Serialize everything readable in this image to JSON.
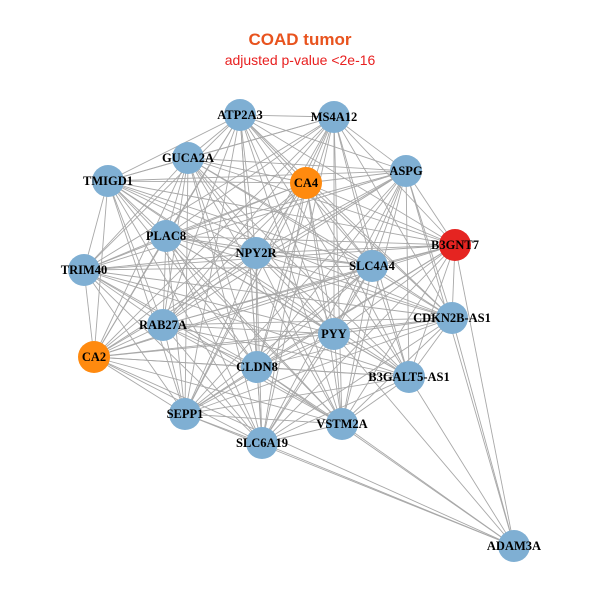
{
  "figure": {
    "title": "COAD tumor",
    "subtitle": "adjusted p-value <2e-16",
    "title_color": "#e8531e",
    "subtitle_color": "#e82020"
  },
  "colors": {
    "default": "#7fafd3",
    "highlight": "#ff8a0f",
    "hub": "#e52421",
    "edge": "#a8a8a8"
  },
  "network": {
    "nodes": [
      {
        "id": "ATP2A3",
        "label": "ATP2A3",
        "group": "default"
      },
      {
        "id": "MS4A12",
        "label": "MS4A12",
        "group": "default"
      },
      {
        "id": "GUCA2A",
        "label": "GUCA2A",
        "group": "default"
      },
      {
        "id": "TMIGD1",
        "label": "TMIGD1",
        "group": "default"
      },
      {
        "id": "CA4",
        "label": "CA4",
        "group": "highlight"
      },
      {
        "id": "ASPG",
        "label": "ASPG",
        "group": "default"
      },
      {
        "id": "PLAC8",
        "label": "PLAC8",
        "group": "default"
      },
      {
        "id": "NPY2R",
        "label": "NPY2R",
        "group": "default"
      },
      {
        "id": "B3GNT7",
        "label": "B3GNT7",
        "group": "hub"
      },
      {
        "id": "TRIM40",
        "label": "TRIM40",
        "group": "default"
      },
      {
        "id": "SLC4A4",
        "label": "SLC4A4",
        "group": "default"
      },
      {
        "id": "CDKN2B-AS1",
        "label": "CDKN2B-AS1",
        "group": "default"
      },
      {
        "id": "RAB27A",
        "label": "RAB27A",
        "group": "default"
      },
      {
        "id": "PYY",
        "label": "PYY",
        "group": "default"
      },
      {
        "id": "CA2",
        "label": "CA2",
        "group": "highlight"
      },
      {
        "id": "CLDN8",
        "label": "CLDN8",
        "group": "default"
      },
      {
        "id": "B3GALT5-AS1",
        "label": "B3GALT5-AS1",
        "group": "default"
      },
      {
        "id": "SEPP1",
        "label": "SEPP1",
        "group": "default"
      },
      {
        "id": "VSTM2A",
        "label": "VSTM2A",
        "group": "default"
      },
      {
        "id": "SLC6A19",
        "label": "SLC6A19",
        "group": "default"
      },
      {
        "id": "ADAM3A",
        "label": "ADAM3A",
        "group": "default"
      }
    ]
  }
}
